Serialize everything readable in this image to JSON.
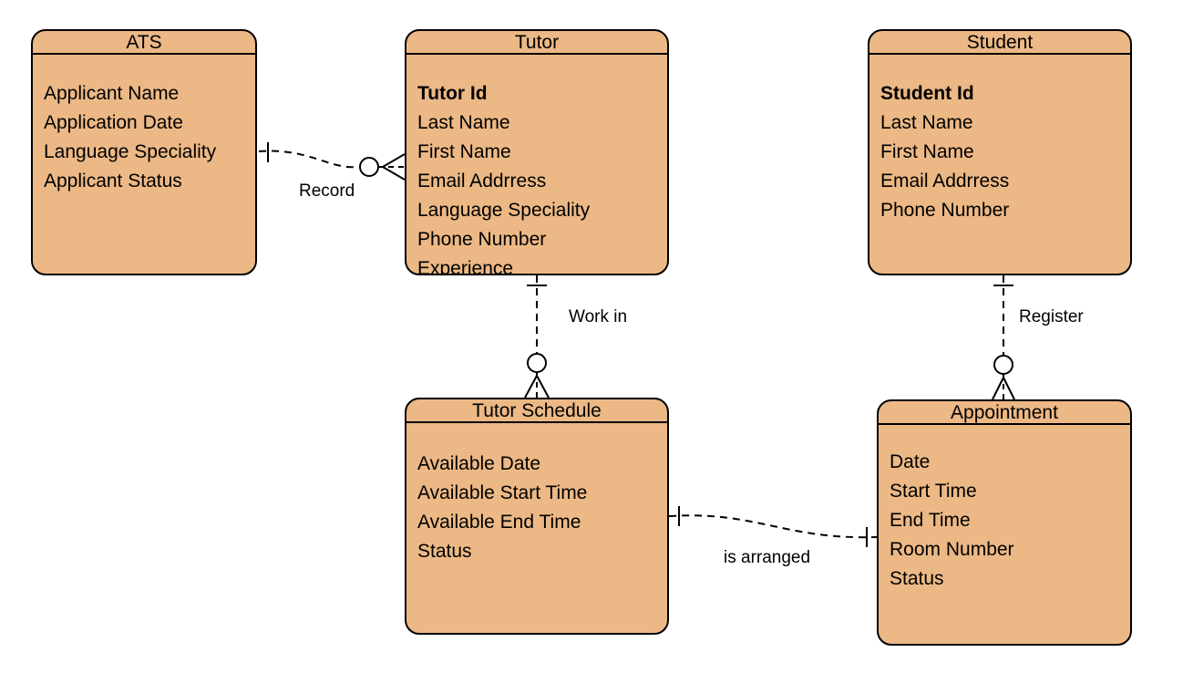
{
  "entities": {
    "ats": {
      "title": "ATS",
      "attributes": [
        "Applicant Name",
        "Application Date",
        "Language Speciality",
        "Applicant Status"
      ]
    },
    "tutor": {
      "title": "Tutor",
      "primary_key": "Tutor Id",
      "attributes": [
        "Last Name",
        "First Name",
        "Email Addrress",
        "Language Speciality",
        "Phone Number",
        "Experience"
      ]
    },
    "student": {
      "title": "Student",
      "primary_key": "Student Id",
      "attributes": [
        "Last Name",
        "First Name",
        "Email Addrress",
        "Phone Number"
      ]
    },
    "tutor_schedule": {
      "title": "Tutor Schedule",
      "attributes": [
        "Available Date",
        "Available Start Time",
        "Available End Time",
        "Status"
      ]
    },
    "appointment": {
      "title": "Appointment",
      "attributes": [
        "Date",
        "Start Time",
        "End Time",
        "Room Number",
        "Status"
      ]
    }
  },
  "relationships": {
    "record": {
      "label": "Record",
      "from": "ATS",
      "to": "Tutor",
      "from_cardinality": "one",
      "to_cardinality": "zero-or-many"
    },
    "work_in": {
      "label": "Work in",
      "from": "Tutor",
      "to": "Tutor Schedule",
      "from_cardinality": "one",
      "to_cardinality": "zero-or-many"
    },
    "register": {
      "label": "Register",
      "from": "Student",
      "to": "Appointment",
      "from_cardinality": "one",
      "to_cardinality": "zero-or-many"
    },
    "is_arranged": {
      "label": "is arranged",
      "from": "Tutor Schedule",
      "to": "Appointment",
      "from_cardinality": "one",
      "to_cardinality": "one"
    }
  },
  "colors": {
    "entity_fill": "#ecb885",
    "stroke": "#000000"
  }
}
